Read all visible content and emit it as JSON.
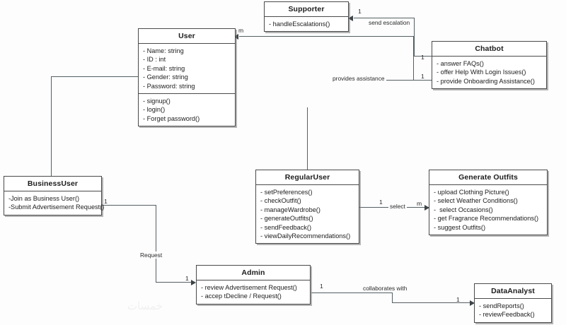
{
  "diagram": {
    "type": "uml-class-diagram",
    "watermark": "خمسات"
  },
  "classes": {
    "supporter": {
      "name": "Supporter",
      "attributes": [],
      "methods": [
        "- handleEscalations()"
      ]
    },
    "user": {
      "name": "User",
      "attributes": [
        "- Name: string",
        "- ID : int",
        "- E-mail: string",
        "- Gender: string",
        "- Password: string"
      ],
      "methods": [
        "- signup()",
        "- login()",
        "- Forget password()"
      ]
    },
    "chatbot": {
      "name": "Chatbot",
      "attributes": [],
      "methods": [
        "- answer FAQs()",
        "- offer Help With Login Issues()",
        "- provide Onboarding Assistance()"
      ]
    },
    "business_user": {
      "name": "BusinessUser",
      "attributes": [],
      "methods": [
        "-Join as Business User()",
        "-Submit Advertisement Request()"
      ]
    },
    "regular_user": {
      "name": "RegularUser",
      "attributes": [],
      "methods": [
        "- setPreferences()",
        "- checkOutfit()",
        "- manageWardrobe()",
        "- generateOutfits()",
        "- sendFeedback()",
        "- viewDailyRecommendations()"
      ]
    },
    "generate_outfits": {
      "name": "Generate Outfits",
      "attributes": [],
      "methods": [
        "- upload Clothing Picture()",
        "- select Weather Conditions()",
        "-  select Occasions()",
        "- get Fragrance Recommendations()",
        "- suggest Outfits()"
      ]
    },
    "admin": {
      "name": "Admin",
      "attributes": [],
      "methods": [
        "- review Advertisement Request()",
        "- accep tDecline / Request()"
      ]
    },
    "data_analyst": {
      "name": "DataAnalyst",
      "attributes": [],
      "methods": [
        "- sendReports()",
        "- reviewFeedback()"
      ]
    }
  },
  "relationships": {
    "send_escalation": {
      "label": "send escalation",
      "source_mult": "1",
      "target_mult": ""
    },
    "provides_assistance": {
      "label": "provides assistance",
      "source_mult": "",
      "target_mult": "1"
    },
    "user_chatbot": {
      "label": "",
      "source_mult": "m",
      "target_mult": "1"
    },
    "select": {
      "label": "select",
      "source_mult": "1",
      "target_mult": "m"
    },
    "request": {
      "label": "Request",
      "source_mult": "1",
      "target_mult": "1"
    },
    "collaborates_with": {
      "label": "collaborates with",
      "source_mult": "1",
      "target_mult": "1"
    }
  }
}
